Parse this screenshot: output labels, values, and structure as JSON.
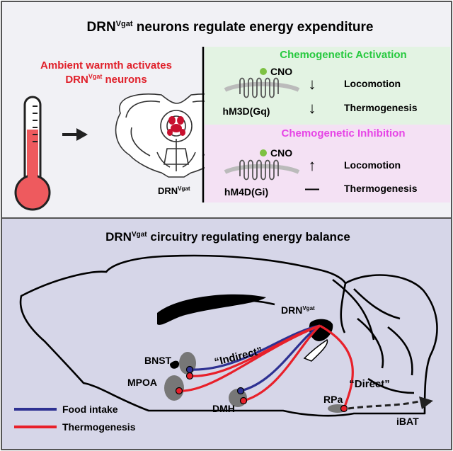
{
  "top_panel": {
    "title_main": "DRN",
    "title_sup": "Vgat",
    "title_rest": " neurons regulate energy expenditure",
    "warmth_line1": "Ambient warmth activates",
    "warmth_line2_main": "DRN",
    "warmth_line2_sup": "Vgat",
    "warmth_line2_rest": " neurons",
    "brain_label_main": "DRN",
    "brain_label_sup": "Vgat",
    "activation": {
      "title": "Chemogenetic Activation",
      "ligand": "CNO",
      "receptor": "hM3D(Gq)",
      "effect1": "Locomotion",
      "effect2": "Thermogenesis",
      "effect1_symbol": "↓",
      "effect2_symbol": "↓",
      "color": "#27c93f",
      "bg": "#e3f3e3"
    },
    "inhibition": {
      "title": "Chemogenetic Inhibition",
      "ligand": "CNO",
      "receptor": "hM4D(Gi)",
      "effect1": "Locomotion",
      "effect2": "Thermogenesis",
      "effect1_symbol": "↑",
      "effect2_symbol": "—",
      "color": "#e645e6",
      "bg": "#f4e1f4"
    }
  },
  "bottom_panel": {
    "title_main": "DRN",
    "title_sup": "Vgat",
    "title_rest": " circuitry regulating energy balance",
    "drn_label_main": "DRN",
    "drn_label_sup": "Vgat",
    "regions": [
      "BNST",
      "MPOA",
      "DMH",
      "RPa",
      "iBAT"
    ],
    "indirect_label": "“Indirect”",
    "direct_label": "“Direct”",
    "legend": [
      {
        "label": "Food intake",
        "color": "#2e3192"
      },
      {
        "label": "Thermogenesis",
        "color": "#e8202a"
      }
    ]
  },
  "colors": {
    "red_text": "#e0202a",
    "top_bg": "#f1f1f5",
    "bottom_bg": "#d6d6e8",
    "thermo_fill": "#ee5a5e",
    "neuron_red": "#c8102e"
  }
}
